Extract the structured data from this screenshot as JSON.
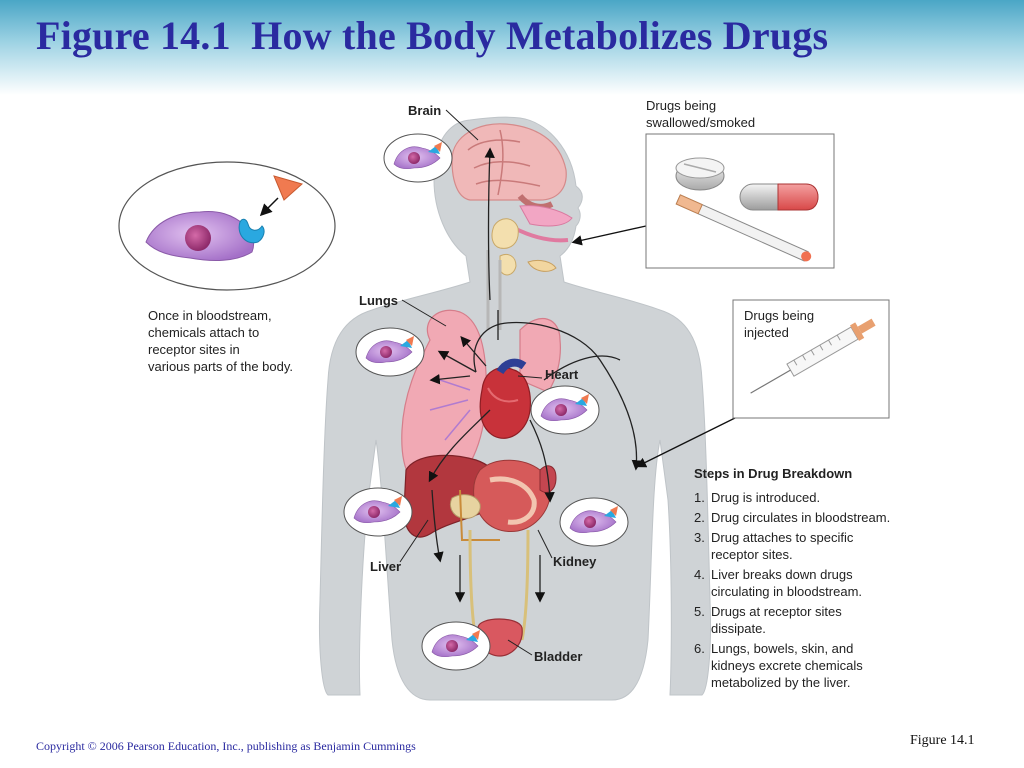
{
  "title": "Figure 14.1  How the Body Metabolizes Drugs",
  "labels": {
    "brain": "Brain",
    "lungs": "Lungs",
    "heart": "Heart",
    "liver": "Liver",
    "kidney": "Kidney",
    "bladder": "Bladder"
  },
  "receptor_caption": [
    "Once in bloodstream,",
    "chemicals attach to",
    "receptor sites in",
    "various parts of the body."
  ],
  "swallowed_caption": [
    "Drugs being",
    "swallowed/smoked"
  ],
  "injected_caption": [
    "Drugs being",
    "injected"
  ],
  "steps_title": "Steps in Drug Breakdown",
  "steps": [
    {
      "num": "1.",
      "lines": [
        "Drug is introduced."
      ]
    },
    {
      "num": "2.",
      "lines": [
        "Drug circulates in bloodstream."
      ]
    },
    {
      "num": "3.",
      "lines": [
        "Drug attaches to specific",
        "receptor sites."
      ]
    },
    {
      "num": "4.",
      "lines": [
        "Liver breaks down drugs",
        "circulating in bloodstream."
      ]
    },
    {
      "num": "5.",
      "lines": [
        "Drugs at receptor sites",
        "dissipate."
      ]
    },
    {
      "num": "6.",
      "lines": [
        "Lungs, bowels, skin, and",
        "kidneys excrete chemicals",
        "metabolized by the liver."
      ]
    }
  ],
  "footer": {
    "copyright": "Copyright © 2006 Pearson Education, Inc., publishing as Benjamin Cummings",
    "figure_label": "Figure 14.1"
  },
  "colors": {
    "title": "#2a2aa0",
    "body_silhouette": "#cfd3d6",
    "organ_pink": "#e9a0a8",
    "receptor_cell": "#b27fd0",
    "receptor_site": "#2aa8e0",
    "drug_molecule": "#f07a50"
  }
}
